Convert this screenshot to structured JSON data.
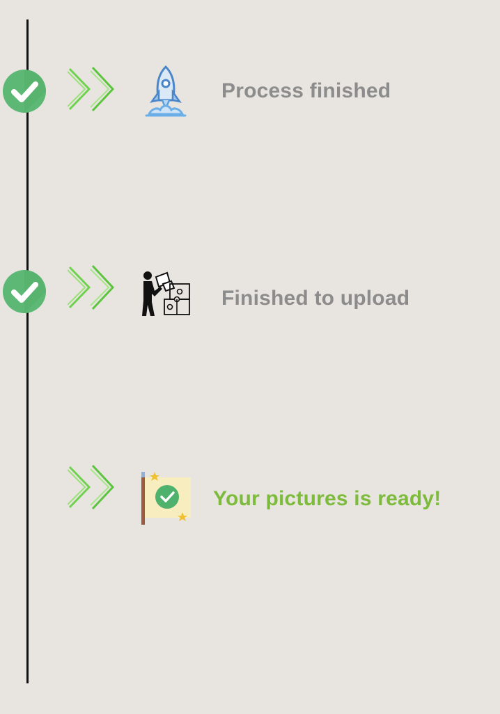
{
  "steps": [
    {
      "label": "Process finished",
      "status": "complete",
      "icon": "rocket-icon"
    },
    {
      "label": "Finished to upload",
      "status": "complete",
      "icon": "puzzle-worker-icon"
    },
    {
      "label": "Your pictures is ready!",
      "status": "current",
      "icon": "flag-check-icon"
    }
  ],
  "colors": {
    "background": "#e8e4df",
    "timeline": "#111111",
    "check_badge": "#5cb874",
    "muted_label": "#8c8c8c",
    "success_label": "#7dbb3c",
    "chevron": "#6fd24e"
  }
}
